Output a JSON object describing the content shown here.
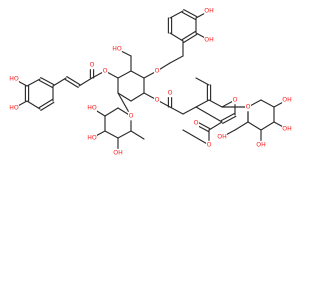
{
  "colors": {
    "bond": "#2b2b2b",
    "O": "#ff1a1a",
    "OH": "#ff1a1a",
    "H": "#2b2b2b"
  },
  "atom_labels": {
    "O": "O",
    "OH": "OH",
    "HO": "HO",
    "H": "H"
  }
}
